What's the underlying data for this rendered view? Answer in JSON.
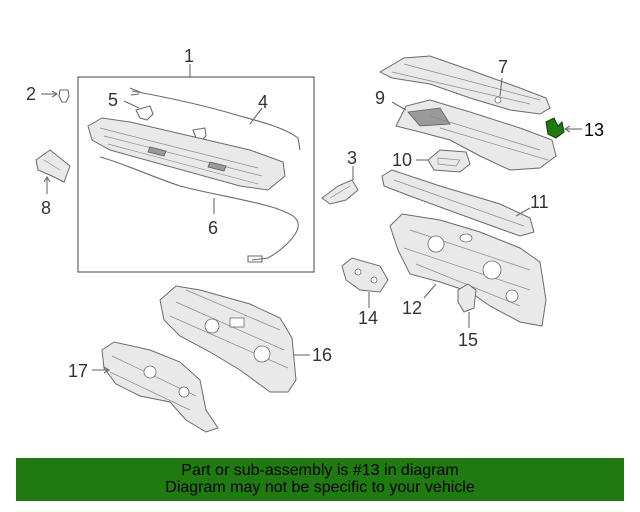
{
  "diagram": {
    "callouts": [
      {
        "id": "1",
        "label": "1"
      },
      {
        "id": "2",
        "label": "2"
      },
      {
        "id": "3",
        "label": "3"
      },
      {
        "id": "4",
        "label": "4"
      },
      {
        "id": "5",
        "label": "5"
      },
      {
        "id": "6",
        "label": "6"
      },
      {
        "id": "7",
        "label": "7"
      },
      {
        "id": "8",
        "label": "8"
      },
      {
        "id": "9",
        "label": "9"
      },
      {
        "id": "10",
        "label": "10"
      },
      {
        "id": "11",
        "label": "11"
      },
      {
        "id": "12",
        "label": "12"
      },
      {
        "id": "13",
        "label": "13"
      },
      {
        "id": "14",
        "label": "14"
      },
      {
        "id": "15",
        "label": "15"
      },
      {
        "id": "16",
        "label": "16"
      },
      {
        "id": "17",
        "label": "17"
      }
    ],
    "highlighted_part": "13",
    "highlight_color": "#1f7a0f",
    "line_color": "#6b6b6b"
  },
  "banner": {
    "line1": "Part or sub-assembly is #13 in diagram",
    "line2": "Diagram may not be specific to your vehicle",
    "background": "#1f7a0f"
  }
}
